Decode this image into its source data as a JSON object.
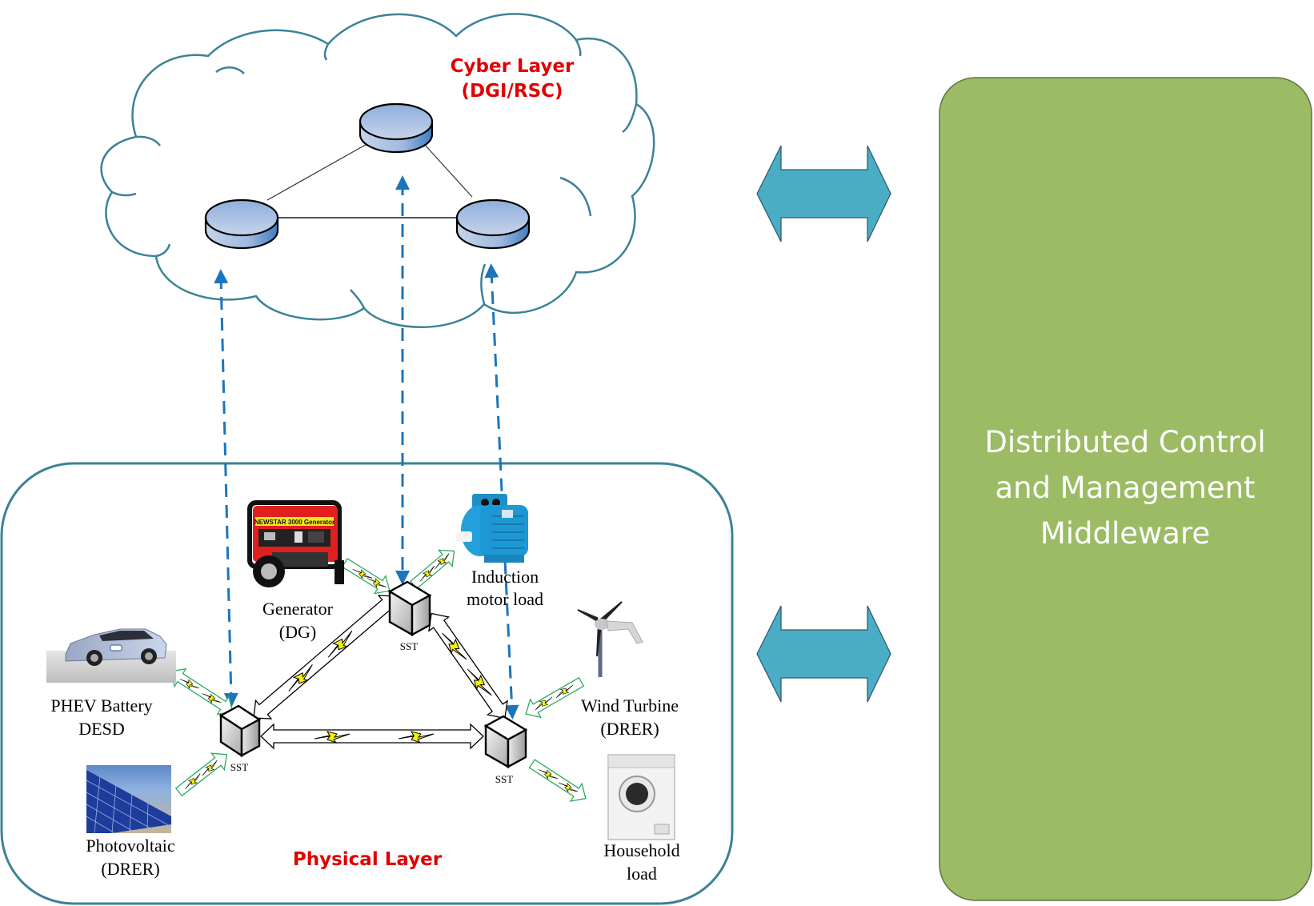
{
  "cyber_layer": {
    "title_line1": "Cyber Layer",
    "title_line2": "(DGI/RSC)",
    "nodes": [
      "top-node",
      "left-node",
      "right-node"
    ]
  },
  "physical_layer": {
    "title": "Physical Layer",
    "sst_label": "SST",
    "devices": {
      "generator": {
        "line1": "Generator",
        "line2": "(DG)"
      },
      "motor": {
        "line1": "Induction",
        "line2": "motor load"
      },
      "phev": {
        "line1": "PHEV Battery",
        "line2": "DESD"
      },
      "wind": {
        "line1": "Wind Turbine",
        "line2": "(DRER)"
      },
      "pv": {
        "line1": "Photovoltaic",
        "line2": "(DRER)"
      },
      "household": {
        "line1": "Household",
        "line2": "load"
      }
    },
    "generator_brand_text": "NEWSTAR 3000  Generator"
  },
  "middleware": {
    "line1": "Distributed Control",
    "line2": "and Management",
    "line3": "Middleware"
  },
  "colors": {
    "cloud_outline": "#3b8297",
    "physical_box_outline": "#3b8297",
    "layer_title": "#e00000",
    "middleware_fill": "#9bbb65",
    "double_arrow_fill": "#4bacc6",
    "dashed_link": "#1b75bc",
    "power_link_outline": "#2eaa5c"
  }
}
